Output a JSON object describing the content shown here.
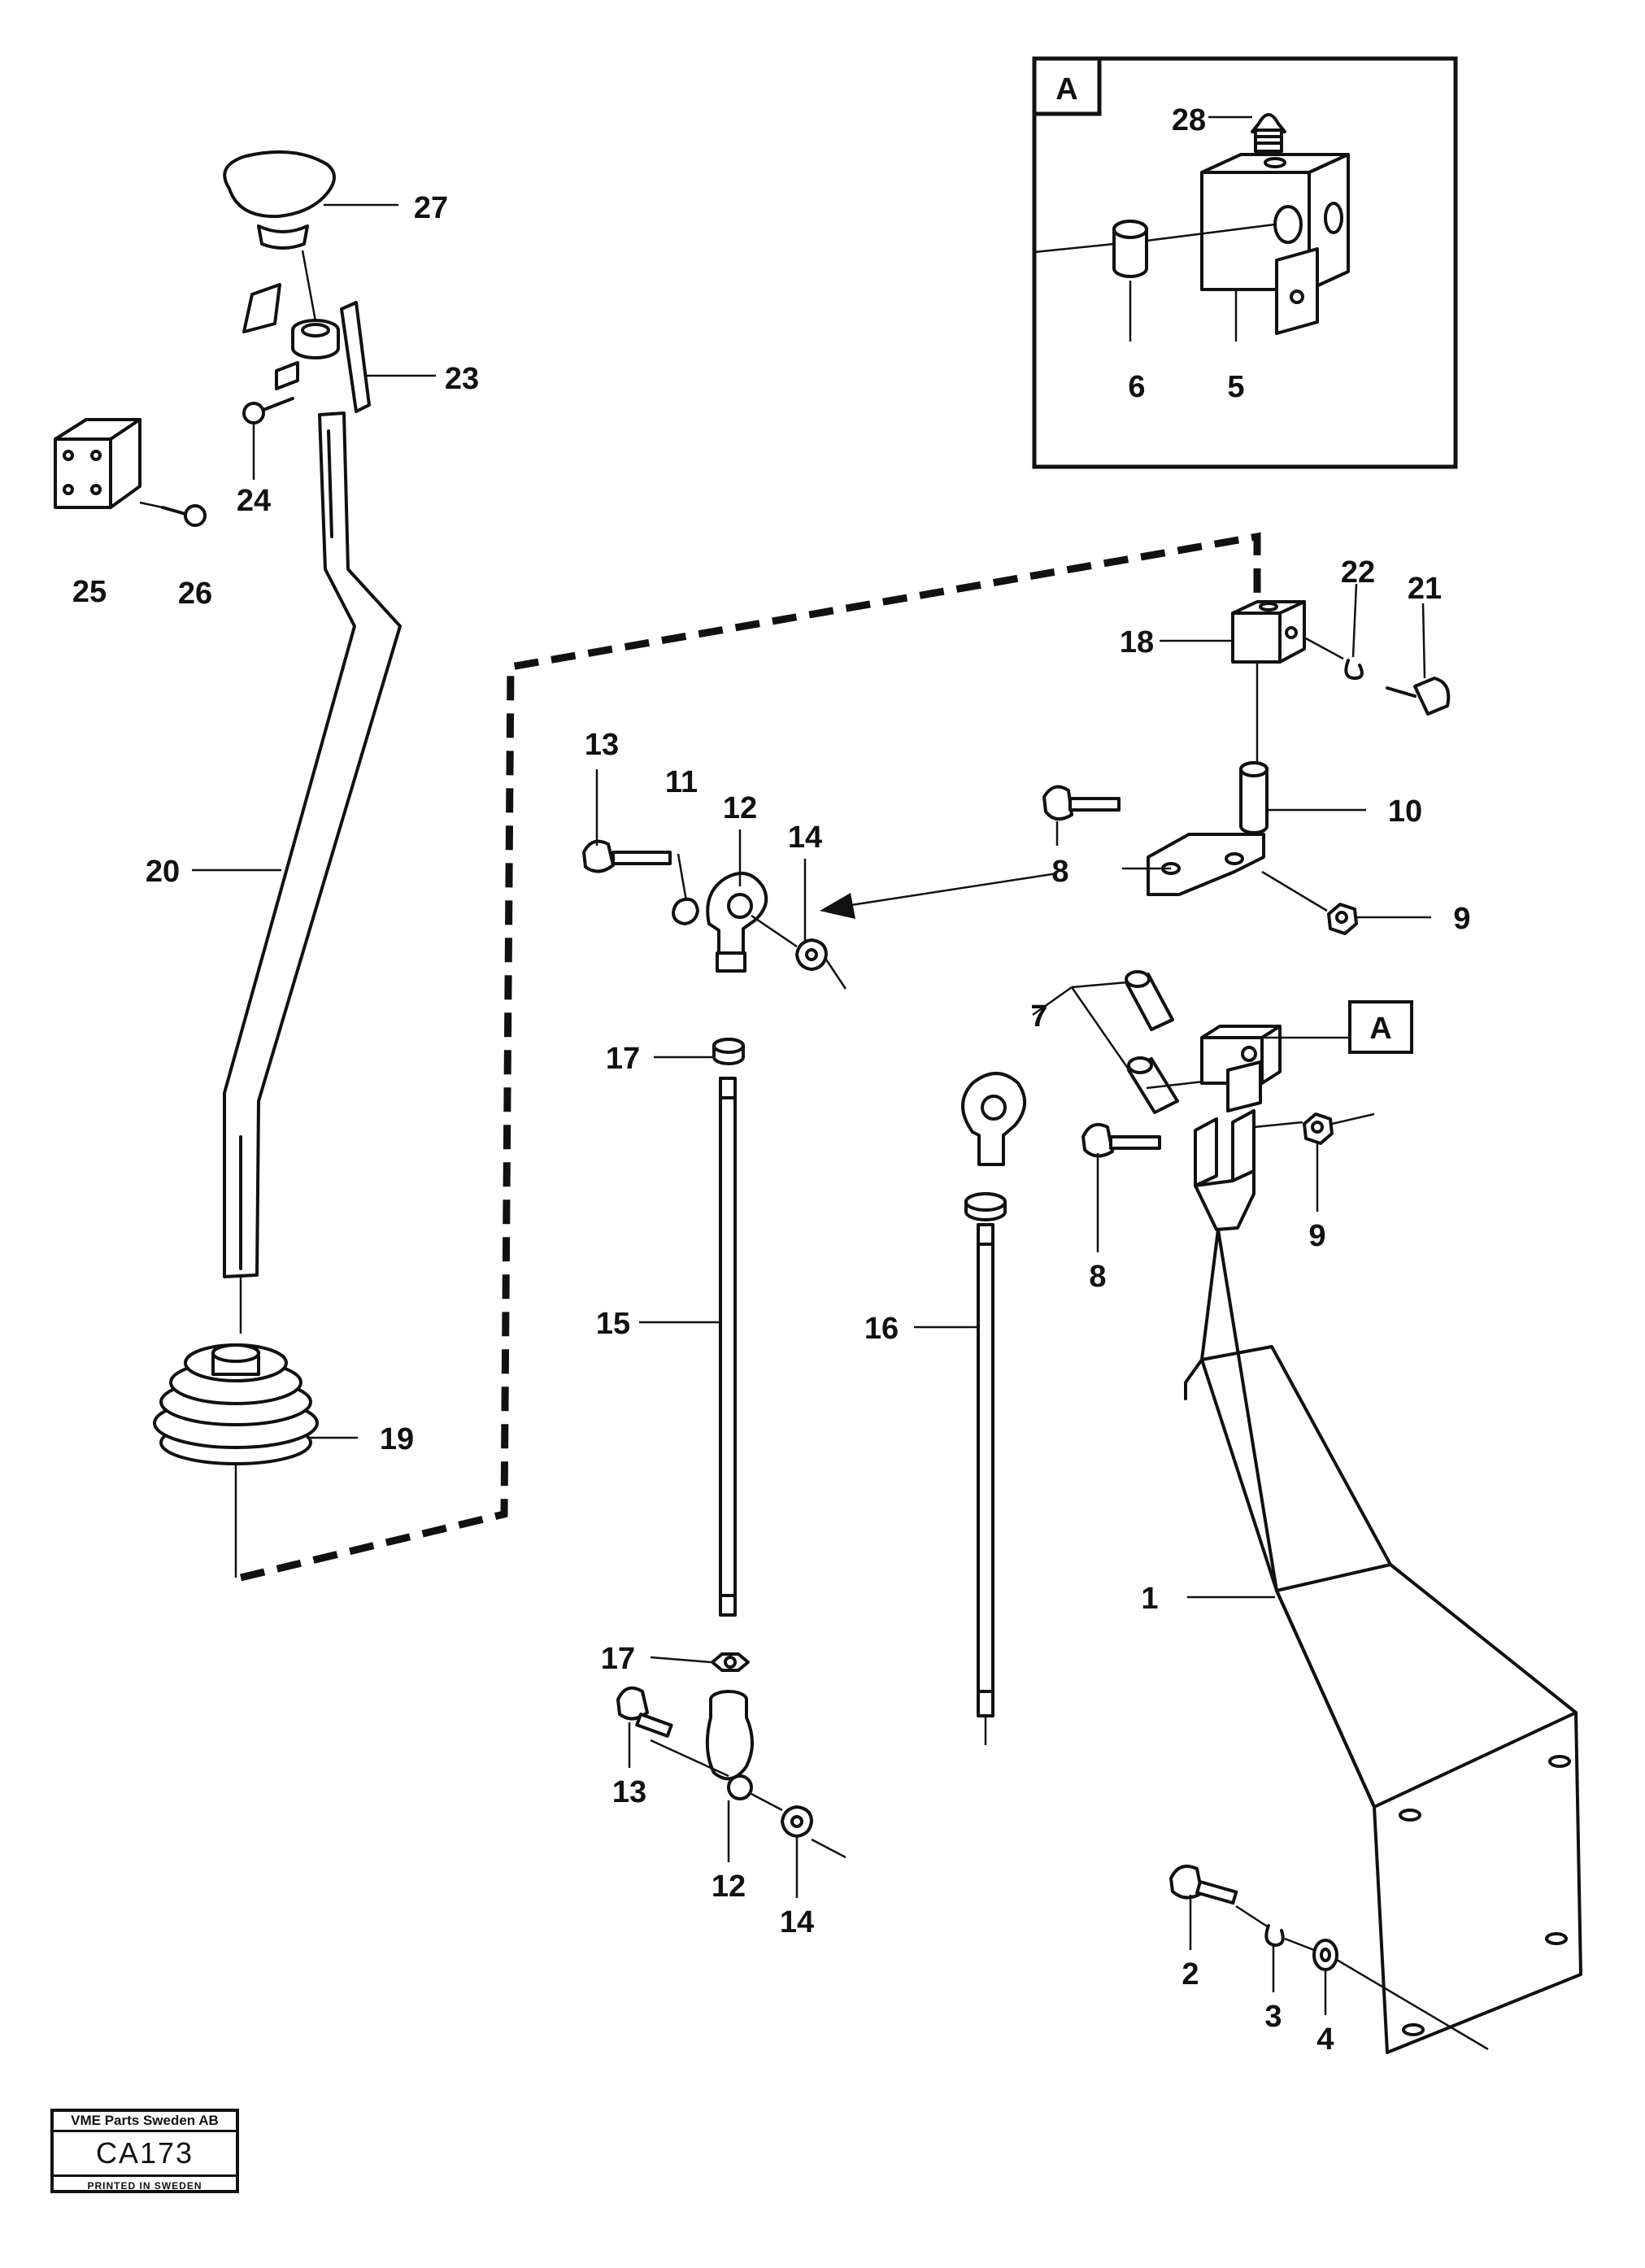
{
  "callouts": {
    "c1": "1",
    "c2": "2",
    "c3": "3",
    "c4": "4",
    "c5": "5",
    "c6": "6",
    "c7": "7",
    "c8a": "8",
    "c8b": "8",
    "c9a": "9",
    "c9b": "9",
    "c10": "10",
    "c11": "11",
    "c12a": "12",
    "c12b": "12",
    "c13a": "13",
    "c13b": "13",
    "c14a": "14",
    "c14b": "14",
    "c15": "15",
    "c16": "16",
    "c17a": "17",
    "c17b": "17",
    "c18": "18",
    "c19": "19",
    "c20": "20",
    "c21": "21",
    "c22": "22",
    "c23": "23",
    "c24": "24",
    "c25": "25",
    "c26": "26",
    "c27": "27",
    "c28": "28"
  },
  "detail": {
    "inset_label": "A",
    "ref_label": "A"
  },
  "title_block": {
    "company": "VME Parts Sweden AB",
    "code": "CA173",
    "printed": "PRINTED IN SWEDEN"
  }
}
